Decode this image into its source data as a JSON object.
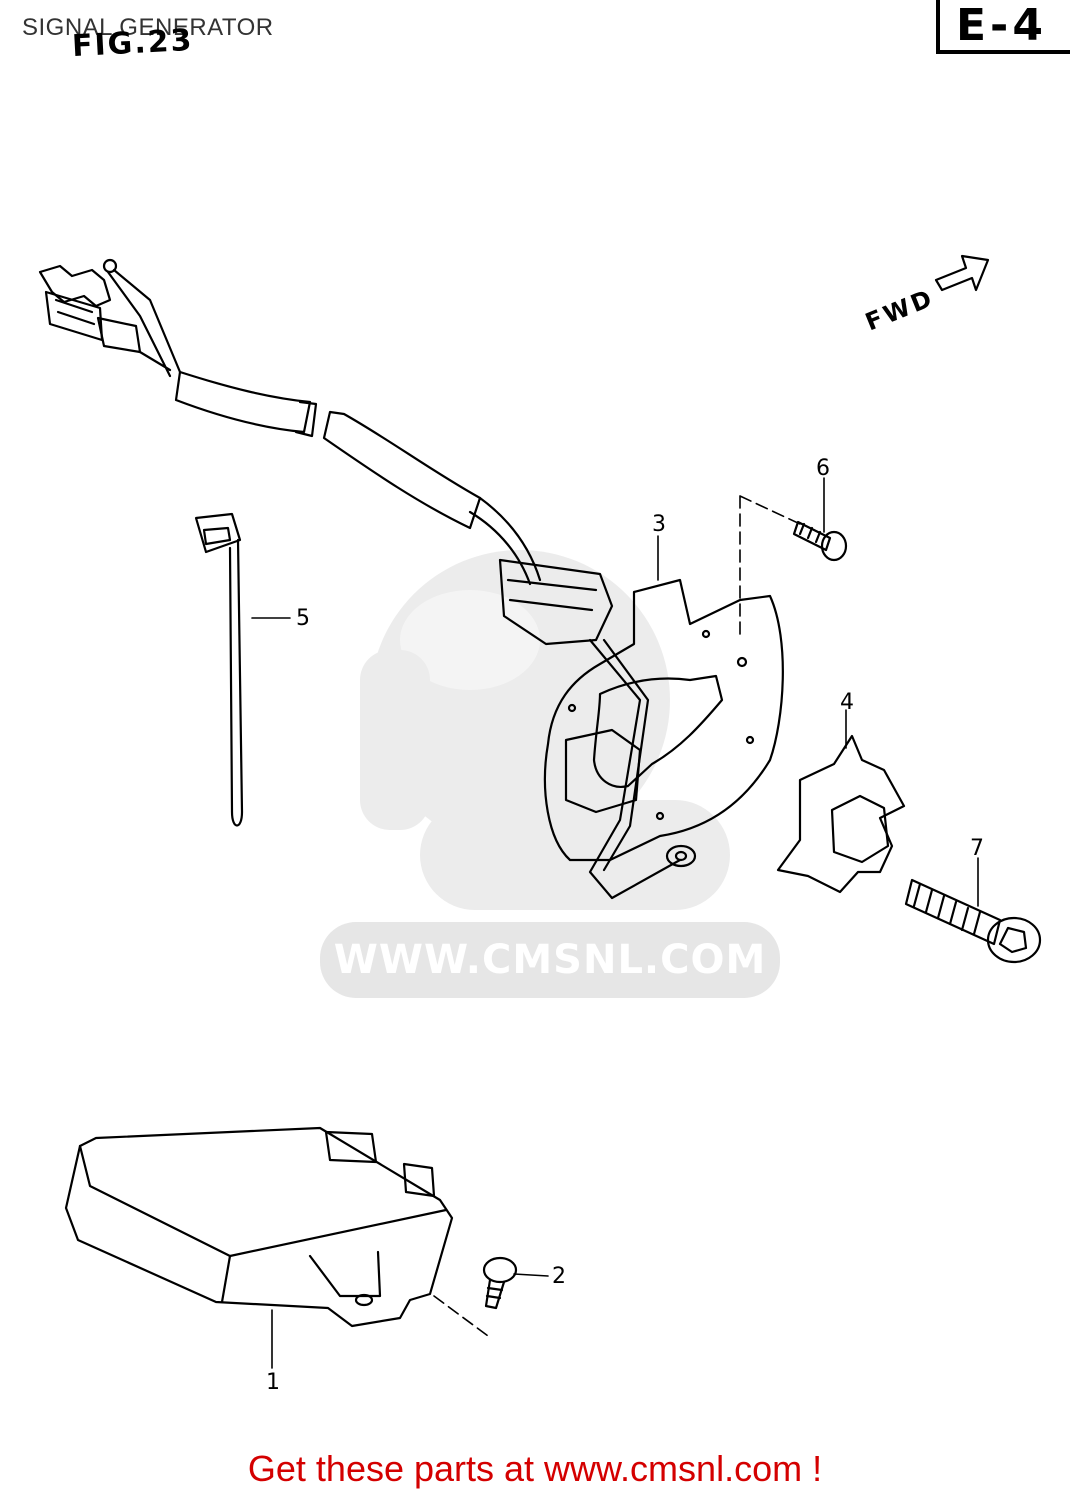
{
  "page_title": "SIGNAL GENERATOR",
  "figure_label": "FIG.23",
  "region_code": "E-4",
  "direction_label": "FWD",
  "watermark_text": "WWW.CMSNL.COM",
  "footer_text": "Get these parts at www.cmsnl.com !",
  "part_callouts": [
    "1",
    "2",
    "3",
    "4",
    "5",
    "6",
    "7"
  ],
  "colors": {
    "footer": "#d40000",
    "line": "#000000",
    "watermark": "#e6e6e6"
  }
}
